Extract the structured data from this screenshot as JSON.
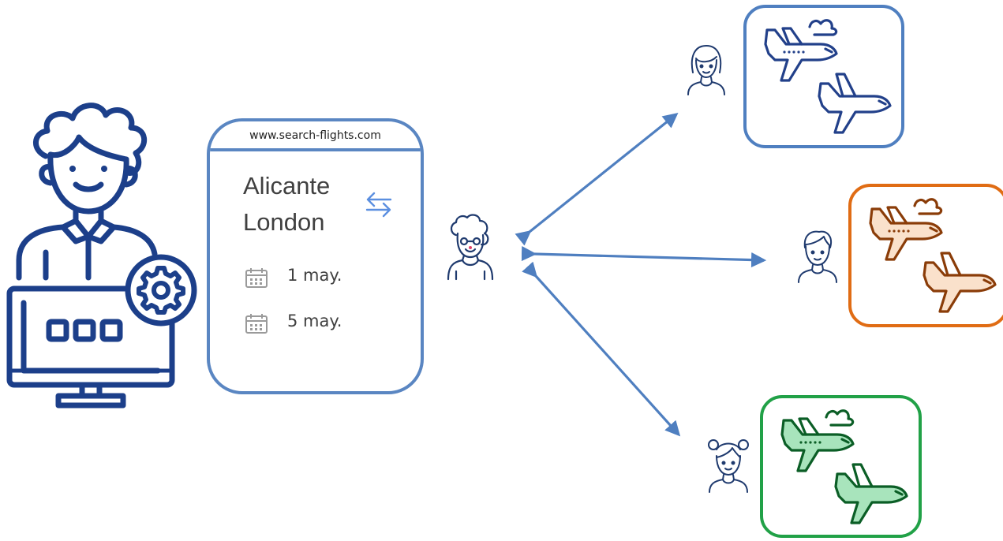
{
  "search_card": {
    "url": "www.search-flights.com",
    "origin": "Alicante",
    "destination": "London",
    "departure_date": "1 may.",
    "return_date": "5 may."
  },
  "icons": {
    "user": "developer-user-icon",
    "computer": "computer-monitor-icon",
    "settings": "gear-icon",
    "swap": "swap-arrows-icon",
    "calendar": "calendar-icon",
    "agent": "elderly-woman-icon",
    "providers": [
      "woman-icon",
      "man-icon",
      "girl-icon"
    ],
    "flights": "airplane-icon"
  },
  "colors": {
    "primary_blue": "#5a86c2",
    "dark_navy": "#1c3f8a",
    "provider_blue": "#4f7fc0",
    "provider_orange": "#e06c14",
    "provider_green": "#21a147",
    "text": "#404040"
  }
}
